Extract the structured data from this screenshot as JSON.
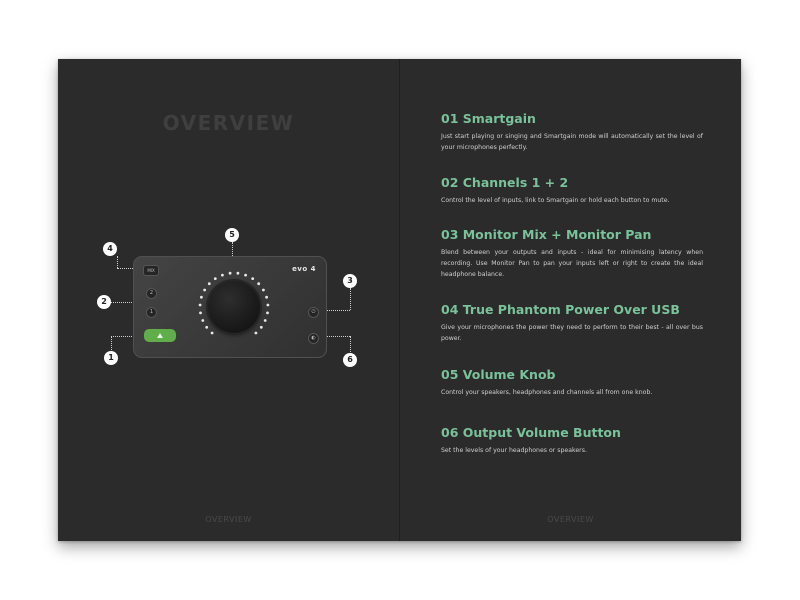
{
  "left_page": {
    "title": "OVERVIEW",
    "footer": "OVERVIEW",
    "device": {
      "brand": "evo 4",
      "monitor_button_label": "MIX",
      "channel_buttons": [
        "2",
        "1"
      ],
      "right_buttons": [
        "⏻",
        "◐"
      ]
    },
    "callouts": [
      "1",
      "2",
      "3",
      "4",
      "5",
      "6"
    ]
  },
  "right_page": {
    "footer": "OVERVIEW",
    "sections": [
      {
        "title": "01 Smartgain",
        "body": "Just start playing or singing and Smartgain mode will automatically set the level of your microphones perfectly."
      },
      {
        "title": "02 Channels 1 + 2",
        "body": "Control the level of inputs, link to Smartgain or hold each button to mute."
      },
      {
        "title": "03 Monitor Mix + Monitor Pan",
        "body": "Blend between your outputs and inputs - ideal for minimising latency when recording. Use Monitor Pan to pan your inputs left or right to create the ideal headphone balance."
      },
      {
        "title": "04 True Phantom Power Over USB",
        "body": "Give your microphones the power they need to perform to their best - all over bus power."
      },
      {
        "title": "05 Volume Knob",
        "body": "Control your speakers, headphones and channels all from one knob."
      },
      {
        "title": "06 Output Volume Button",
        "body": "Set the levels of your headphones or speakers."
      }
    ]
  },
  "colors": {
    "page_background": "#2b2b2b",
    "heading_accent": "#79c29a",
    "smartgain_button": "#5fae4a"
  }
}
